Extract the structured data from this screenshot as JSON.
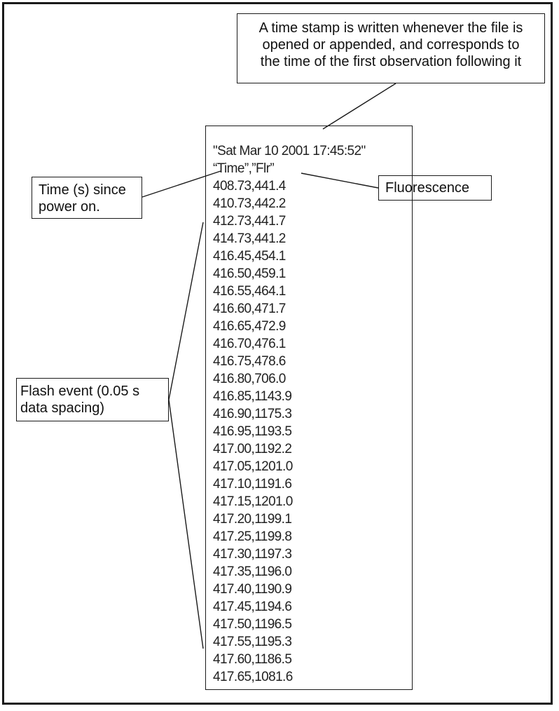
{
  "timestamp_note": {
    "lines": [
      "A time stamp is written whenever the file is",
      "opened or appended, and corresponds to",
      "the time of the first observation following it"
    ]
  },
  "time_note": {
    "lines": [
      "Time (s) since",
      "power on."
    ]
  },
  "fluorescence_note": {
    "label": "Fluorescence"
  },
  "flash_note": {
    "lines": [
      "Flash event (0.05 s",
      "data spacing)"
    ]
  },
  "data_file": {
    "timestamp": "\"Sat Mar 10 2001 17:45:52\"",
    "header": "“Time”,”Flr”",
    "rows": [
      "408.73,441.4",
      "410.73,442.2",
      "412.73,441.7",
      "414.73,441.2",
      "416.45,454.1",
      "416.50,459.1",
      "416.55,464.1",
      "416.60,471.7",
      "416.65,472.9",
      "416.70,476.1",
      "416.75,478.6",
      "416.80,706.0",
      "416.85,1143.9",
      "416.90,1175.3",
      "416.95,1193.5",
      "417.00,1192.2",
      "417.05,1201.0",
      "417.10,1191.6",
      "417.15,1201.0",
      "417.20,1199.1",
      "417.25,1199.8",
      "417.30,1197.3",
      "417.35,1196.0",
      "417.40,1190.9",
      "417.45,1194.6",
      "417.50,1196.5",
      "417.55,1195.3",
      "417.60,1186.5",
      "417.65,1081.6"
    ]
  },
  "colors": {
    "ink": "#1a1a1a",
    "text": "#111111",
    "background": "#ffffff"
  }
}
